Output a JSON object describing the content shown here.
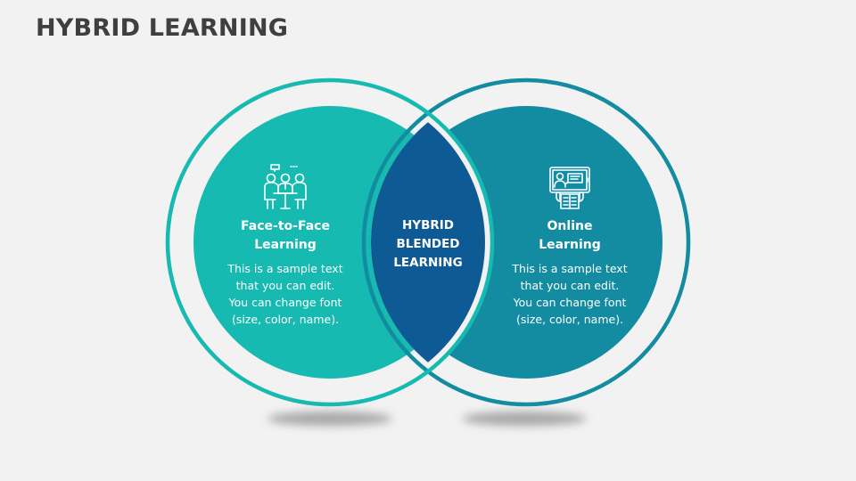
{
  "title": "HYBRID LEARNING",
  "colors": {
    "background": "#f2f2f2",
    "left_circle": "#16BAB0",
    "right_circle": "#138CA1",
    "intersection": "#0E5A94",
    "title_text": "#3f3f3f"
  },
  "left": {
    "icon": "meeting-people-icon",
    "heading_line1": "Face-to-Face",
    "heading_line2": "Learning",
    "body_lines": [
      "This is a sample text",
      "that you can edit.",
      "You can change font",
      "(size, color, name)."
    ]
  },
  "center": {
    "label_lines": [
      "HYBRID",
      "BLENDED",
      "LEARNING"
    ]
  },
  "right": {
    "icon": "online-class-icon",
    "heading_line1": "Online",
    "heading_line2": "Learning",
    "body_lines": [
      "This is a sample text",
      "that you can edit.",
      "You can change font",
      "(size, color, name)."
    ]
  }
}
